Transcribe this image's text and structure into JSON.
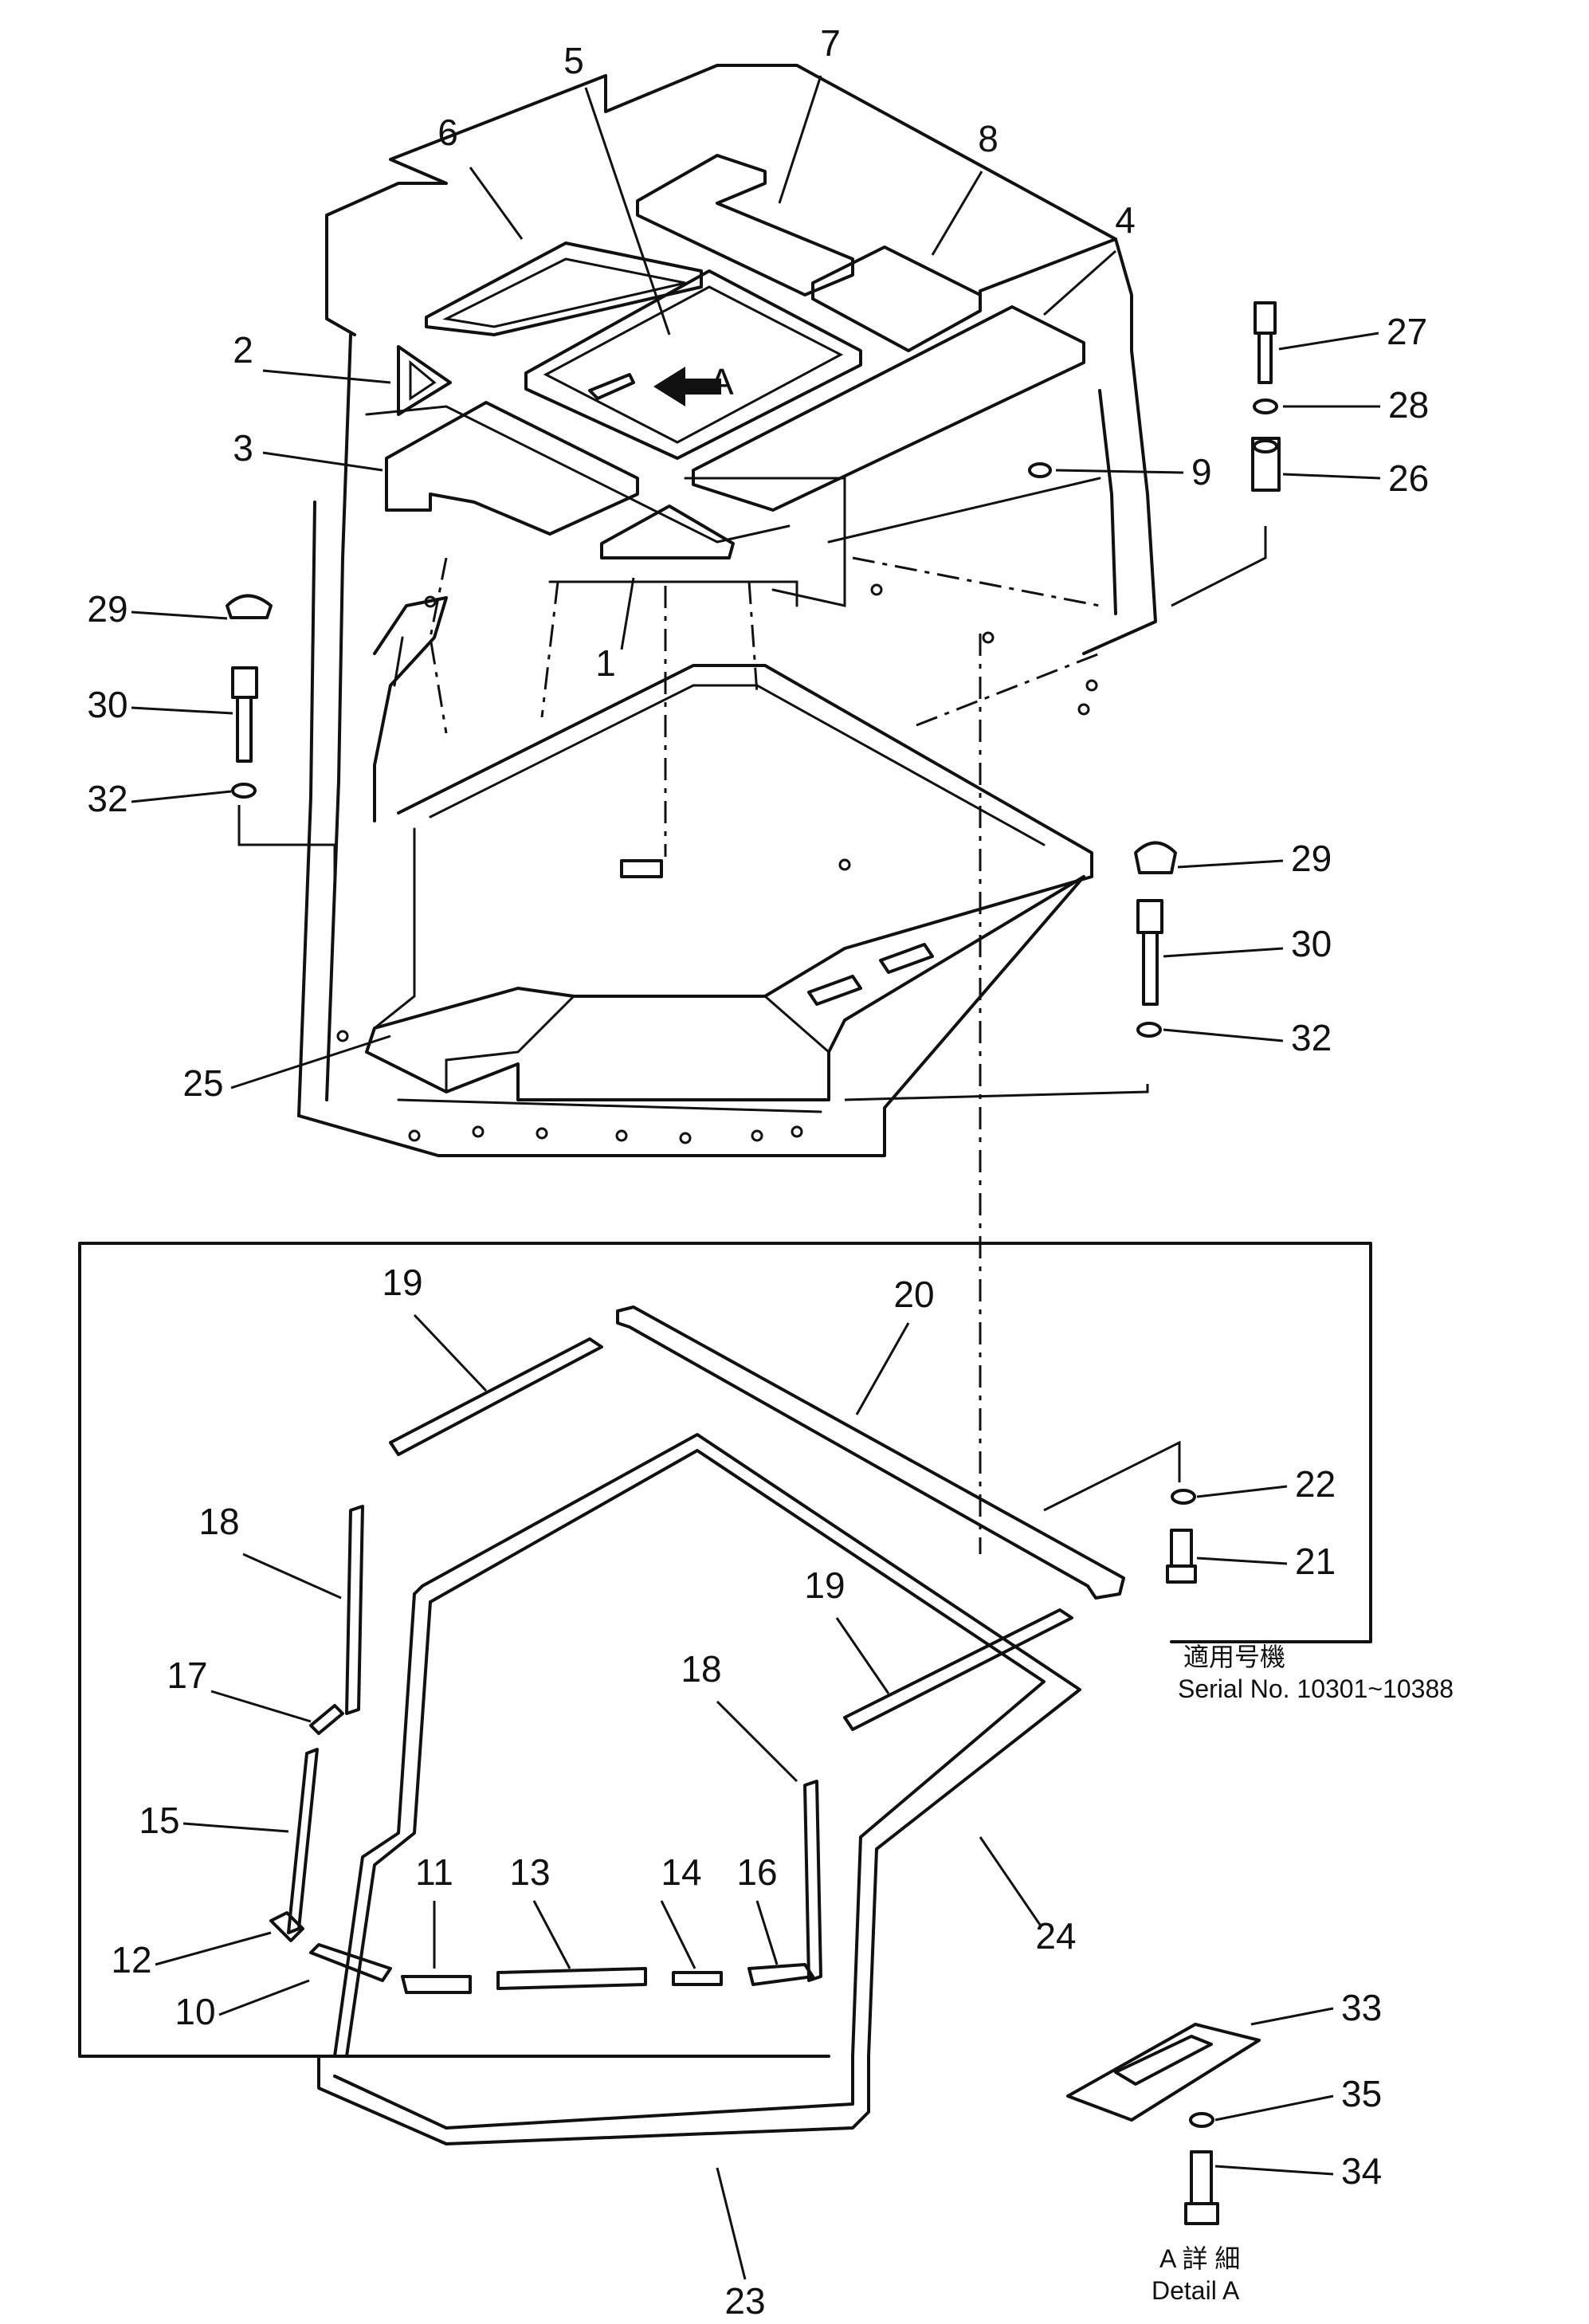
{
  "diagram": {
    "arrow_label": "A",
    "callouts": [
      "7",
      "5",
      "6",
      "8",
      "4",
      "27",
      "2",
      "28",
      "3",
      "9",
      "26",
      "1",
      "29",
      "30",
      "32",
      "29",
      "30",
      "32",
      "25",
      "19",
      "20",
      "18",
      "22",
      "21",
      "19",
      "17",
      "18",
      "15",
      "11",
      "13",
      "14",
      "16",
      "24",
      "12",
      "10",
      "33",
      "35",
      "34",
      "23"
    ],
    "serial_note": {
      "jp": "適用号機",
      "label": "Serial No. 10301~10388"
    },
    "detail_note": {
      "jp": "A 詳 細",
      "label": "Detail A"
    }
  }
}
